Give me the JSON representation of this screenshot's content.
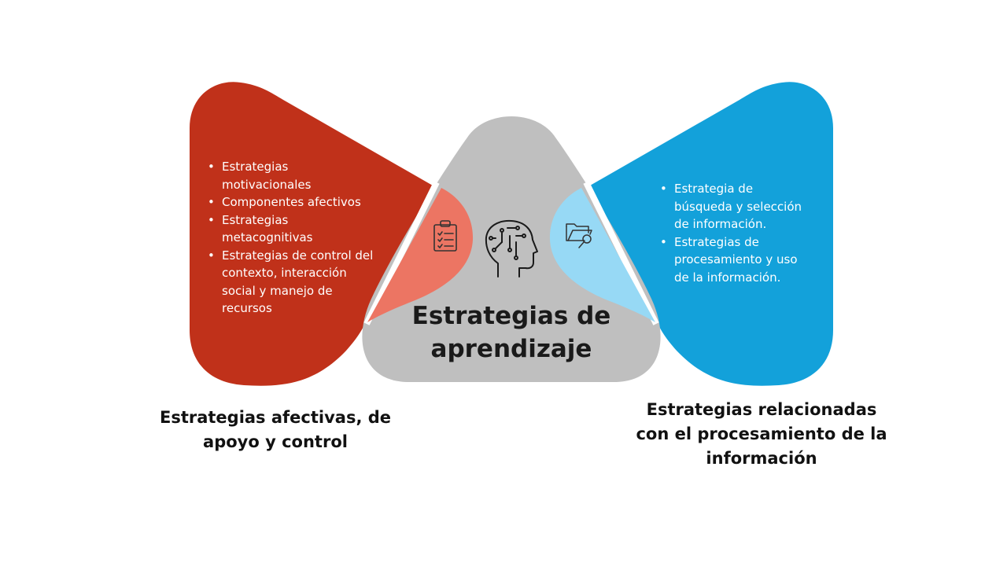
{
  "center": {
    "title": "Estrategias de aprendizaje",
    "icon": "brain-head-icon"
  },
  "left_group": {
    "caption": "Estrategias afectivas, de apoyo y control",
    "items": [
      "Estrategias motivacionales",
      "Componentes afectivos",
      "Estrategias metacognitivas",
      "Estrategias de control del contexto, interacción social y manejo de recursos"
    ],
    "icon": "clipboard-checklist-icon",
    "color": "#c0311a",
    "accent": "#ec7563"
  },
  "right_group": {
    "caption": "Estrategias relacionadas con el procesamiento de la información",
    "items": [
      "Estrategia de búsqueda y selección de información.",
      "Estrategias de procesamiento y uso de la información."
    ],
    "icon": "folder-search-icon",
    "color": "#13a1da",
    "accent": "#97d9f5"
  },
  "center_color": "#bfbfbf"
}
